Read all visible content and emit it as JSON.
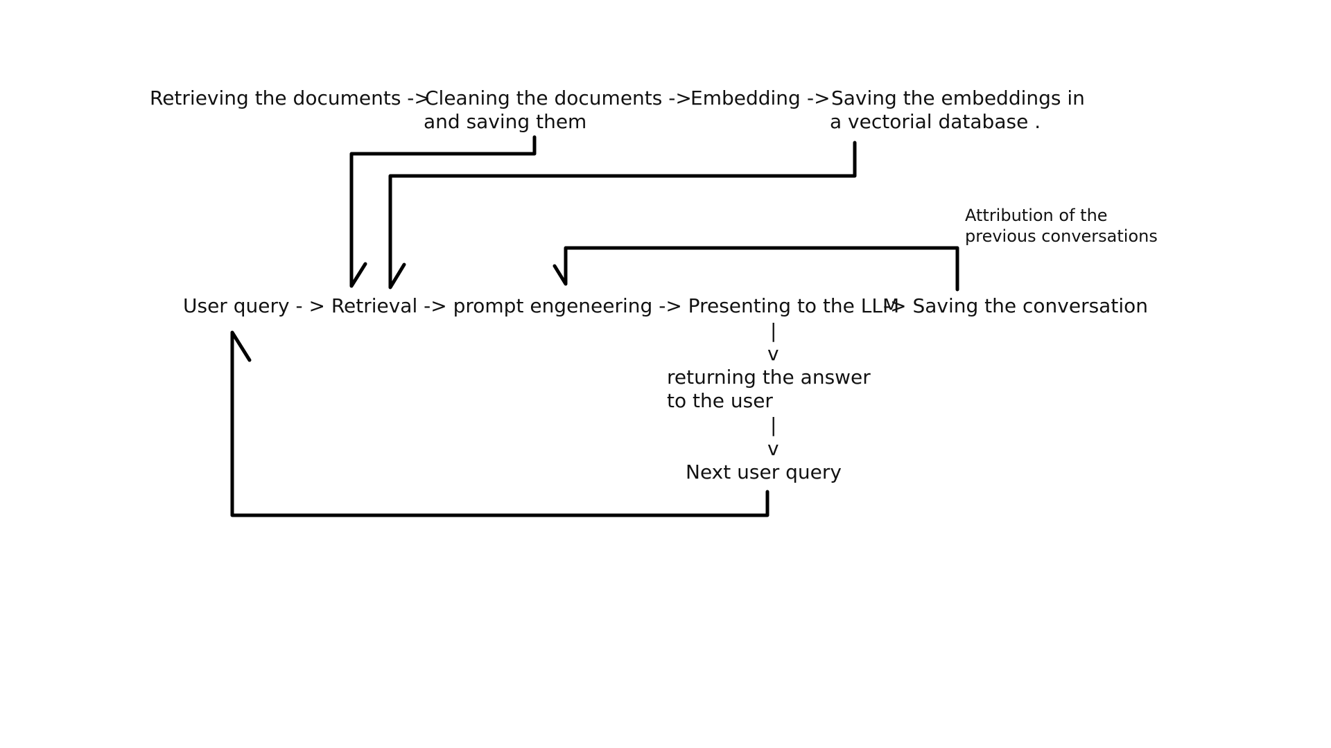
{
  "top_row": {
    "step1": "Retrieving the documents ->",
    "step2_line1": "Cleaning the documents ->",
    "step2_line2": "and saving them",
    "step3": "Embedding",
    "arrow3": "->",
    "step4_line1": "Saving the embeddings in",
    "step4_line2": "a vectorial database ."
  },
  "attribution": {
    "line1": "Attribution of the",
    "line2": "previous conversations"
  },
  "middle_row": {
    "step1": "User query - > Retrieval -> prompt engeneering -> Presenting to the LLM",
    "step2": "-> Saving the conversation"
  },
  "vertical_flow": {
    "pipe1": "|",
    "arrow1": "v",
    "answer_line1": "returning the answer",
    "answer_line2": "to the user",
    "pipe2": "|",
    "arrow2": "v",
    "next_query": "Next user query"
  }
}
